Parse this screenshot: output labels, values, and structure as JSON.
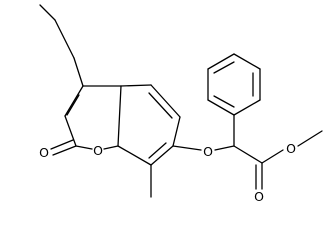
{
  "molecule": {
    "atoms": {
      "ring_oxygen": "O",
      "carbonyl_oxygen": "O",
      "ether_oxygen": "O",
      "ester_carbonyl_oxygen": "O",
      "ester_methoxy_oxygen": "O"
    },
    "colors": {
      "bond": "#000000",
      "label": "#000000",
      "background": "#ffffff"
    }
  }
}
